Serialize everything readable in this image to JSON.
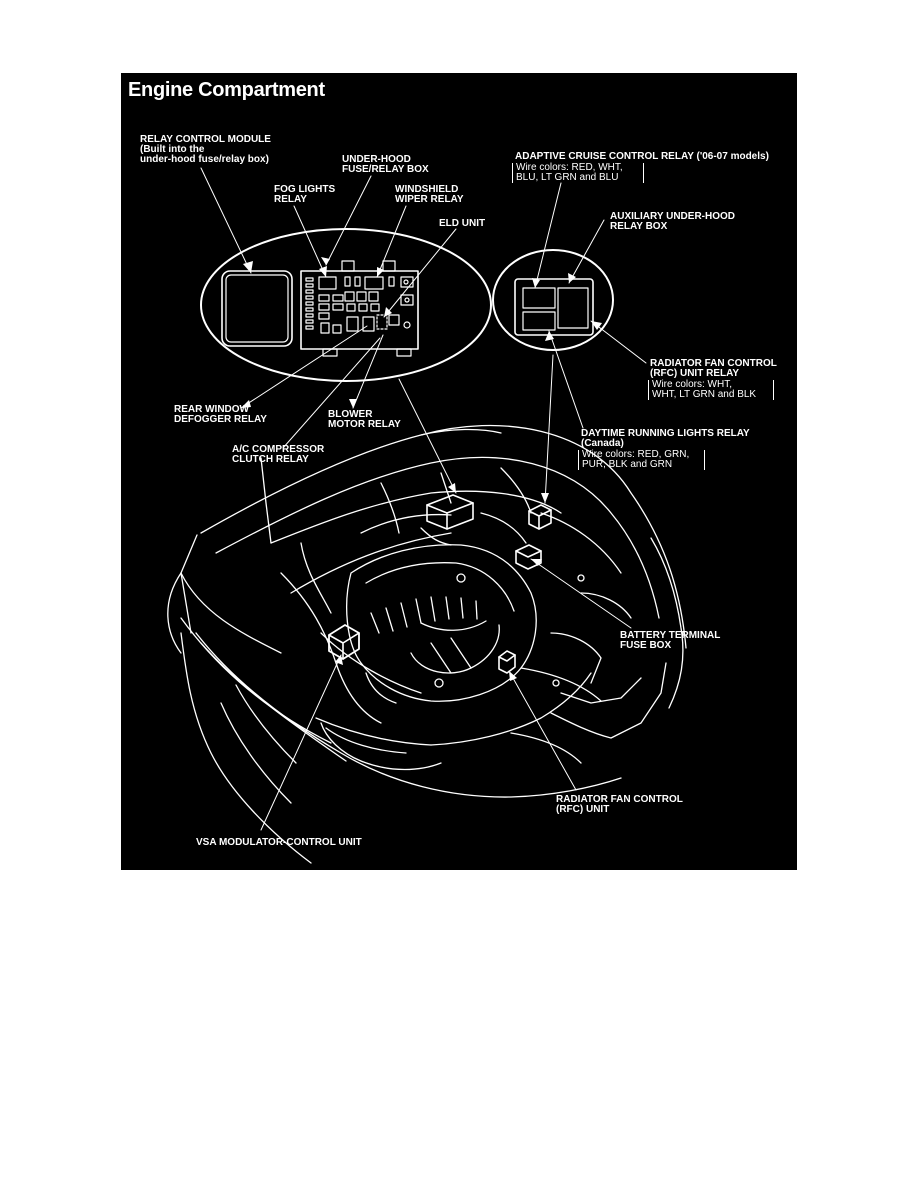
{
  "title": "Engine Compartment",
  "labels": {
    "relay_control_module": [
      "RELAY CONTROL MODULE",
      "(Built into the",
      "under-hood fuse/relay box)"
    ],
    "under_hood_fuse_relay_box": [
      "UNDER-HOOD",
      "FUSE/RELAY BOX"
    ],
    "fog_lights_relay": [
      "FOG LIGHTS",
      "RELAY"
    ],
    "windshield_wiper_relay": [
      "WINDSHIELD",
      "WIPER RELAY"
    ],
    "eld_unit": [
      "ELD UNIT"
    ],
    "adaptive_cruise_control_relay": [
      "ADAPTIVE CRUISE CONTROL RELAY ('06-07 models)"
    ],
    "adaptive_cruise_control_wires": [
      "Wire colors: RED, WHT,",
      "BLU, LT GRN and BLU"
    ],
    "auxiliary_under_hood_relay_box": [
      "AUXILIARY UNDER-HOOD",
      "RELAY BOX"
    ],
    "radiator_fan_control_unit_relay": [
      "RADIATOR FAN CONTROL",
      "(RFC) UNIT RELAY"
    ],
    "radiator_fan_control_unit_relay_wires": [
      "Wire colors: WHT,",
      "WHT, LT GRN and BLK"
    ],
    "rear_window_defogger_relay": [
      "REAR WINDOW",
      "DEFOGGER RELAY"
    ],
    "blower_motor_relay": [
      "BLOWER",
      "MOTOR RELAY"
    ],
    "ac_compressor_clutch_relay": [
      "A/C COMPRESSOR",
      "CLUTCH RELAY"
    ],
    "daytime_running_lights_relay": [
      "DAYTIME RUNNING LIGHTS RELAY",
      "(Canada)"
    ],
    "daytime_running_lights_relay_wires": [
      "Wire colors: RED, GRN,",
      "PUR, BLK and GRN"
    ],
    "battery_terminal_fuse_box": [
      "BATTERY TERMINAL",
      "FUSE BOX"
    ],
    "radiator_fan_control_unit": [
      "RADIATOR FAN CONTROL",
      "(RFC) UNIT"
    ],
    "vsa_modulator_control_unit": [
      "VSA MODULATOR-CONTROL UNIT"
    ]
  },
  "colors": {
    "background": "#000000",
    "ink": "#ffffff",
    "page": "#ffffff"
  }
}
